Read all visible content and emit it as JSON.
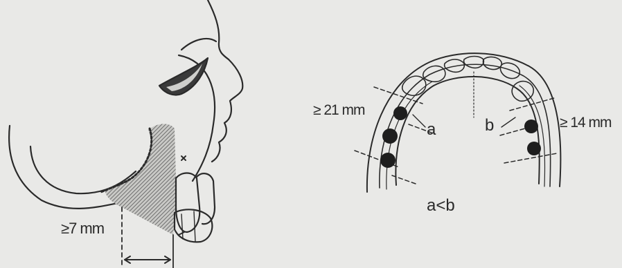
{
  "lateral_view": {
    "depth_label": "≥7 mm"
  },
  "occlusal_view": {
    "left_distance_label": "≥ 21 mm",
    "right_distance_label": "≥ 14 mm",
    "left_marker": "a",
    "right_marker": "b",
    "comparison": "a<b"
  },
  "colors": {
    "background": "#e9e9e7",
    "line": "#2a2a2a",
    "shading": "#8a8a8a",
    "implant": "#1e1e1e"
  }
}
